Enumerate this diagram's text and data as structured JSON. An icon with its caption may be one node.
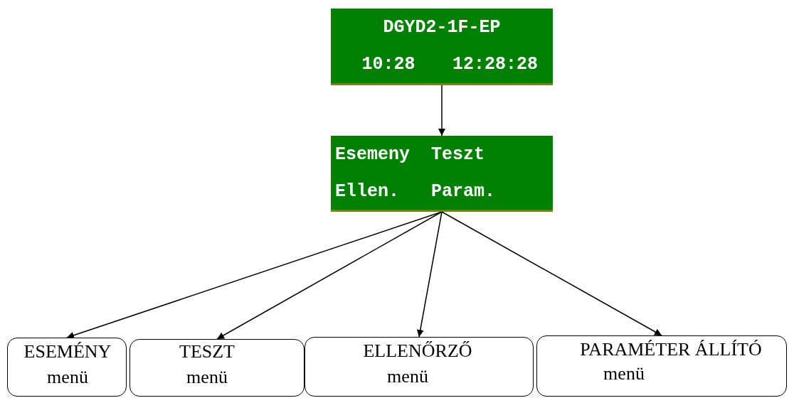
{
  "diagram": {
    "nodes": [
      {
        "text": [
          "DGYD2-1F-EP",
          "10:28",
          "12:28:28"
        ]
      },
      {
        "text": [
          "Esemeny",
          "Teszt",
          "Ellen.",
          "Param."
        ]
      },
      {
        "text": [
          "ESEMÉNY",
          "menü"
        ]
      },
      {
        "text": [
          "TESZT",
          "menü"
        ]
      },
      {
        "text": [
          "ELLENŐRZŐ",
          "menü"
        ]
      },
      {
        "text": [
          "PARAMÉTER ÁLLÍTÓ",
          "menü"
        ]
      }
    ],
    "edges": [
      {
        "from": 0,
        "to": 1,
        "arrow": "to"
      },
      {
        "from": 1,
        "to": 2,
        "arrow": "to"
      },
      {
        "from": 1,
        "to": 3,
        "arrow": "to"
      },
      {
        "from": 1,
        "to": 4,
        "arrow": "to"
      },
      {
        "from": 1,
        "to": 5,
        "arrow": "to"
      }
    ]
  }
}
